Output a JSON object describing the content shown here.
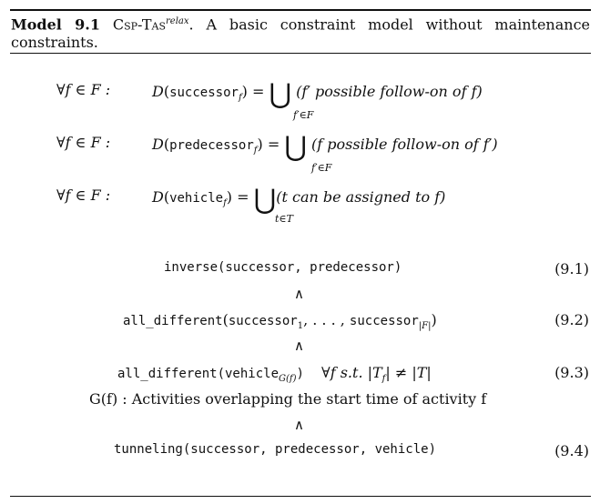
{
  "caption": {
    "label": "Model 9.1",
    "name": "Csp-Tas",
    "name_sup": "relax",
    "text": ". A basic constraint model without maintenance constraints."
  },
  "domains": [
    {
      "quant": "∀f ∈ F :",
      "var": "successor",
      "sub": "f",
      "union_under": "f′∈F",
      "rest": "(f′ possible follow-on of f)"
    },
    {
      "quant": "∀f ∈ F :",
      "var": "predecessor",
      "sub": "f",
      "union_under": "f′∈F",
      "rest": "(f possible follow-on of f′)"
    },
    {
      "quant": "∀f ∈ F :",
      "var": "vehicle",
      "sub": "f",
      "union_under": "t∈T",
      "rest": "(t can be assigned to f)"
    }
  ],
  "constraints": {
    "c1": {
      "text": "inverse(successor, predecessor)",
      "num": "(9.1)"
    },
    "c2": {
      "name": "all_different",
      "arg": "successor",
      "sub1": "1",
      "dots": ", . . . , ",
      "sub2": "|F|",
      "num": "(9.2)"
    },
    "c3": {
      "name": "all_different(vehicle",
      "sub": "G(f)",
      "close": ")",
      "cond": "∀f s.t. |T",
      "cond_sub": "f",
      "cond_rest": "| ≠ |T|",
      "num": "(9.3)"
    },
    "c3_note": "G(f) : Activities overlapping the start time of activity f",
    "c4": {
      "text": "tunneling(successor, predecessor, vehicle)",
      "num": "(9.4)"
    },
    "conj": "∧"
  }
}
